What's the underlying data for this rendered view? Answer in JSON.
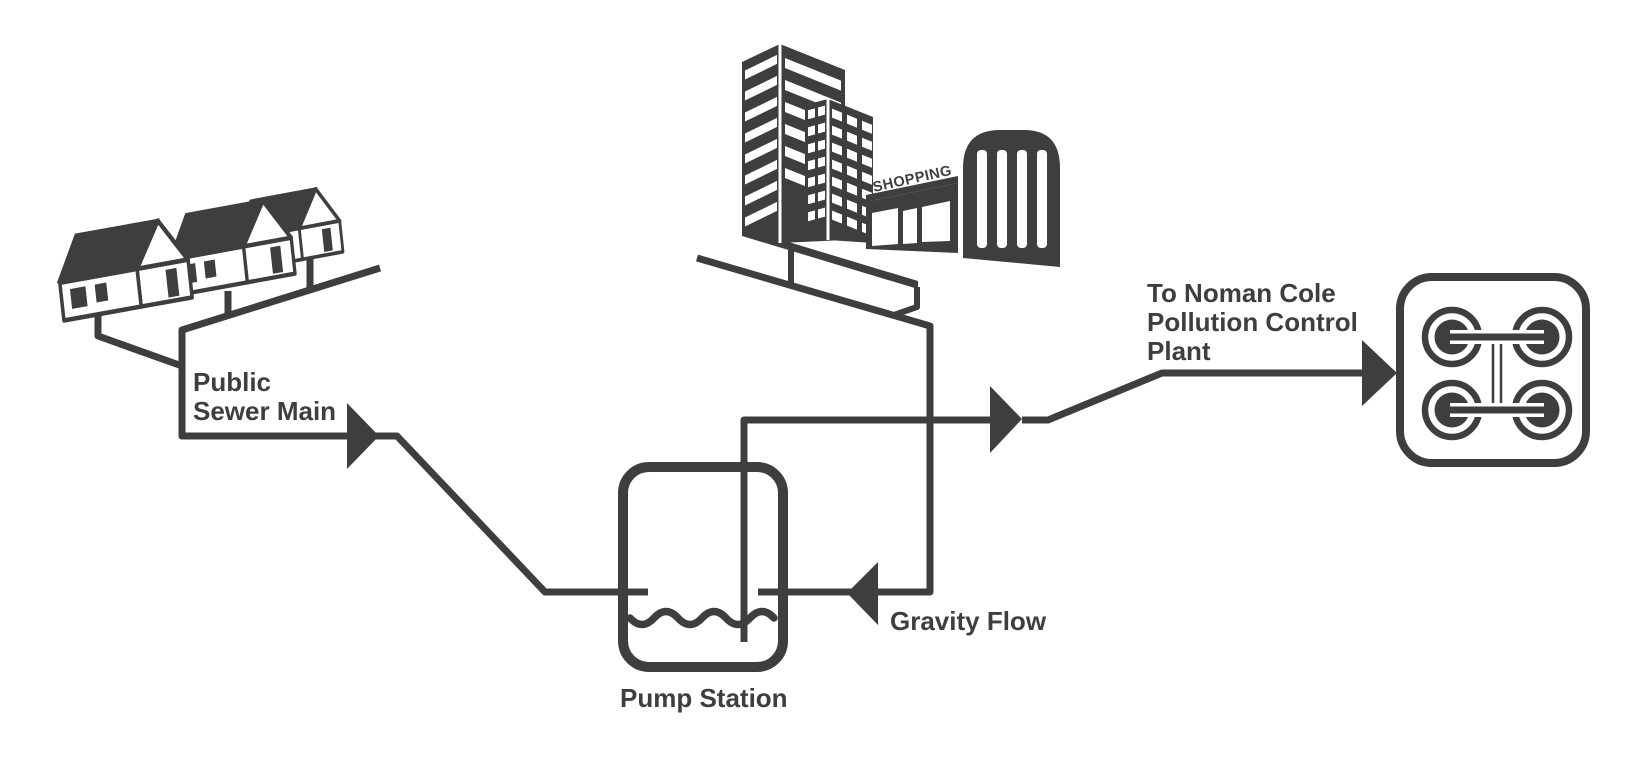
{
  "colors": {
    "ink": "#3e3e40",
    "background": "#ffffff"
  },
  "labels": {
    "public_sewer_main": {
      "lines": [
        "Public",
        "Sewer Main"
      ]
    },
    "pump_station": {
      "text": "Pump Station"
    },
    "gravity_flow": {
      "text": "Gravity Flow"
    },
    "plant_destination": {
      "lines": [
        "To Noman Cole",
        "Pollution Control",
        "Plant"
      ]
    },
    "shopping_sign": {
      "text": "SHOPPING"
    }
  },
  "icons": {
    "houses": "three-houses-icon",
    "buildings": "commercial-buildings-icon",
    "pump_station": "pump-station-tank-icon",
    "treatment_plant": "treatment-plant-icon",
    "flow_arrow": "flow-arrow-icon"
  }
}
